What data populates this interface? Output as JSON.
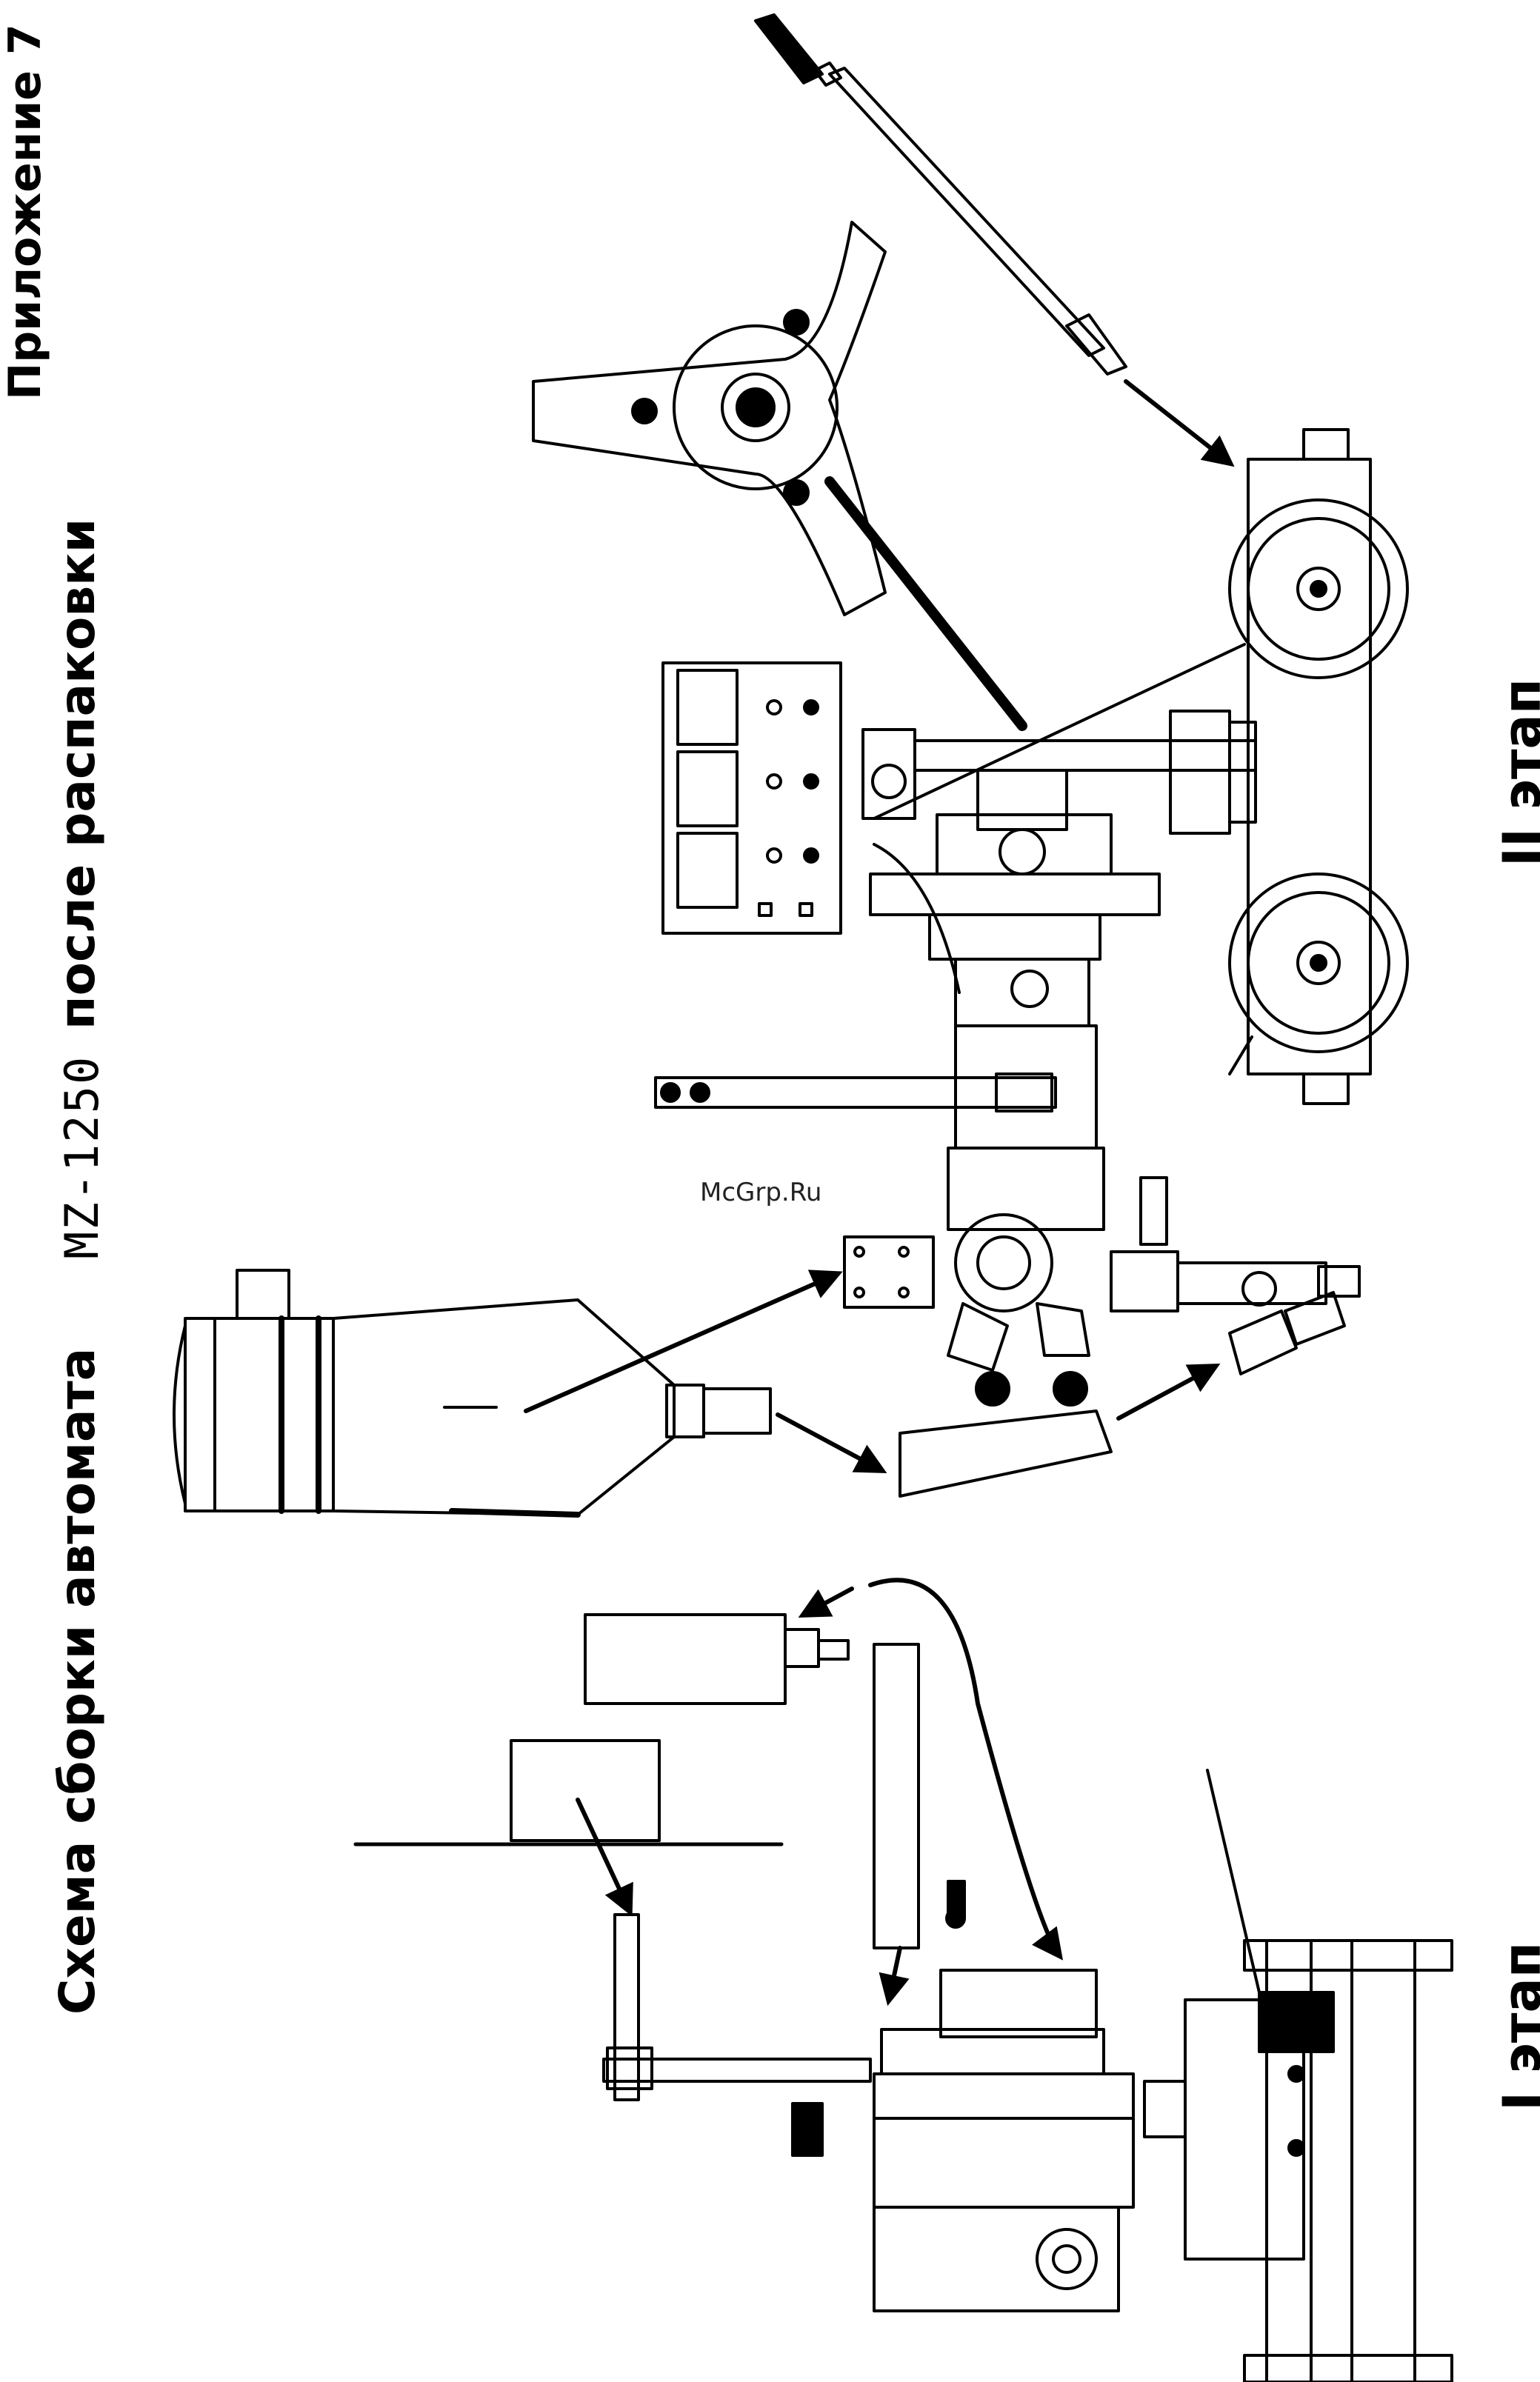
{
  "header": {
    "appendix_label": "Приложение 7",
    "title_line1": "Схема сборки автомата",
    "title_model": "MZ-1250",
    "title_line2": "после распаковки"
  },
  "stages": {
    "stage1": "I этап",
    "stage2": "II этап"
  },
  "watermark": "McGrp.Ru",
  "colors": {
    "line": "#000000",
    "paper": "#ffffff",
    "watermark": "#222222"
  }
}
